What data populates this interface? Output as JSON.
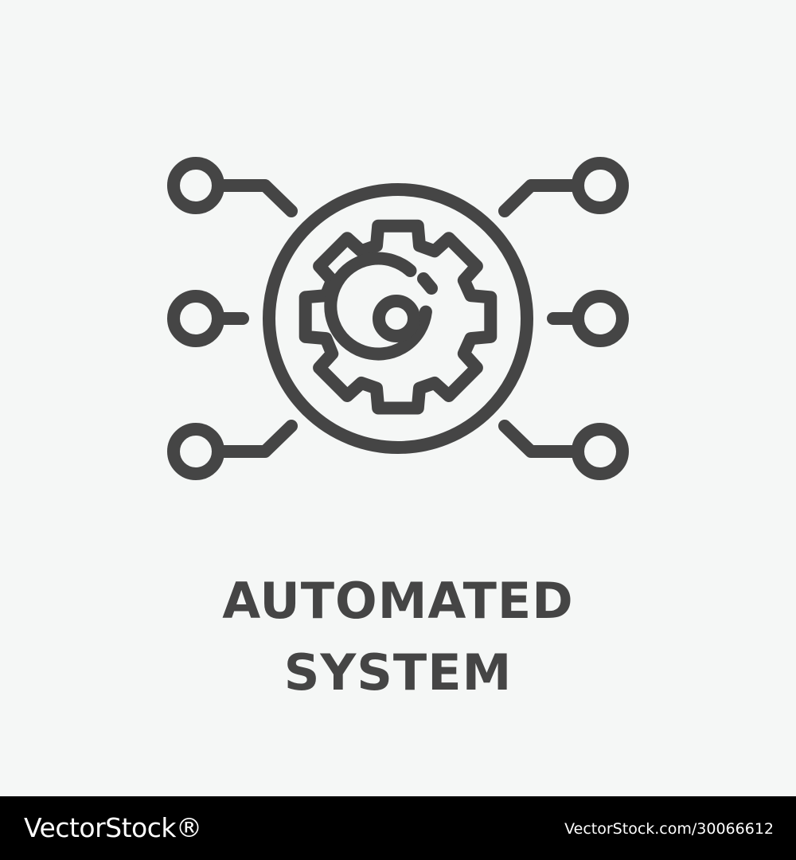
{
  "caption": {
    "line1": "AUTOMATED",
    "line2": "SYSTEM"
  },
  "footer": {
    "brand": "VectorStock®",
    "stock_id": "VectorStock.com/30066612"
  },
  "icon": {
    "name": "automation-gear-circuit-icon",
    "stroke_color": "#454545"
  },
  "colors": {
    "background": "#f5f7f6",
    "footer_background": "#000000",
    "text": "#454545",
    "footer_text": "#ffffff"
  }
}
